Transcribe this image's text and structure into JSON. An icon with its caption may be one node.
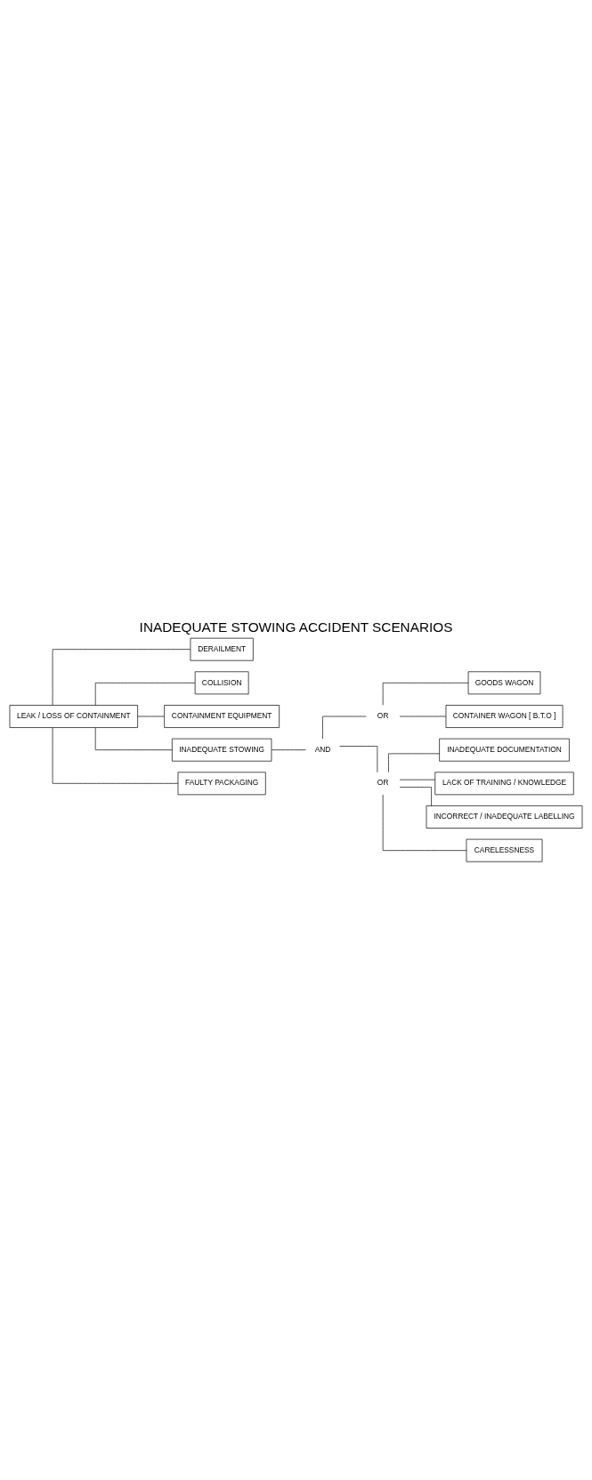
{
  "diagram": {
    "title": "INADEQUATE STOWING ACCIDENT SCENARIOS",
    "nodes": [
      {
        "text": [
          "LEAK / LOSS OF CONTAINMENT"
        ]
      },
      {
        "text": [
          "DERAILMENT"
        ]
      },
      {
        "text": [
          "COLLISION"
        ]
      },
      {
        "text": [
          "CONTAINMENT EQUIPMENT"
        ]
      },
      {
        "text": [
          "INADEQUATE STOWING"
        ]
      },
      {
        "text": [
          "FAULTY PACKAGING"
        ]
      },
      {
        "text": [
          "AND"
        ]
      },
      {
        "text": [
          "OR"
        ]
      },
      {
        "text": [
          "OR"
        ]
      },
      {
        "text": [
          "GOODS WAGON"
        ]
      },
      {
        "text": [
          "CONTAINER WAGON [ B.T.O ]"
        ]
      },
      {
        "text": [
          "INADEQUATE DOCUMENTATION"
        ]
      },
      {
        "text": [
          "LACK OF TRAINING / KNOWLEDGE"
        ]
      },
      {
        "text": [
          "INCORRECT / INADEQUATE LABELLING"
        ]
      },
      {
        "text": [
          "CARELESSNESS"
        ]
      }
    ],
    "edges": [
      {
        "from": 0,
        "to": 1,
        "arrow": "none"
      },
      {
        "from": 0,
        "to": 2,
        "arrow": "none"
      },
      {
        "from": 0,
        "to": 3,
        "arrow": "none"
      },
      {
        "from": 0,
        "to": 4,
        "arrow": "none"
      },
      {
        "from": 0,
        "to": 5,
        "arrow": "none"
      },
      {
        "from": 4,
        "to": 6,
        "arrow": "none"
      },
      {
        "from": 6,
        "to": 7,
        "arrow": "none"
      },
      {
        "from": 6,
        "to": 8,
        "arrow": "none"
      },
      {
        "from": 7,
        "to": 9,
        "arrow": "none"
      },
      {
        "from": 7,
        "to": 10,
        "arrow": "none"
      },
      {
        "from": 8,
        "to": 11,
        "arrow": "none"
      },
      {
        "from": 8,
        "to": 12,
        "arrow": "none"
      },
      {
        "from": 8,
        "to": 13,
        "arrow": "none"
      },
      {
        "from": 8,
        "to": 14,
        "arrow": "none"
      }
    ]
  }
}
